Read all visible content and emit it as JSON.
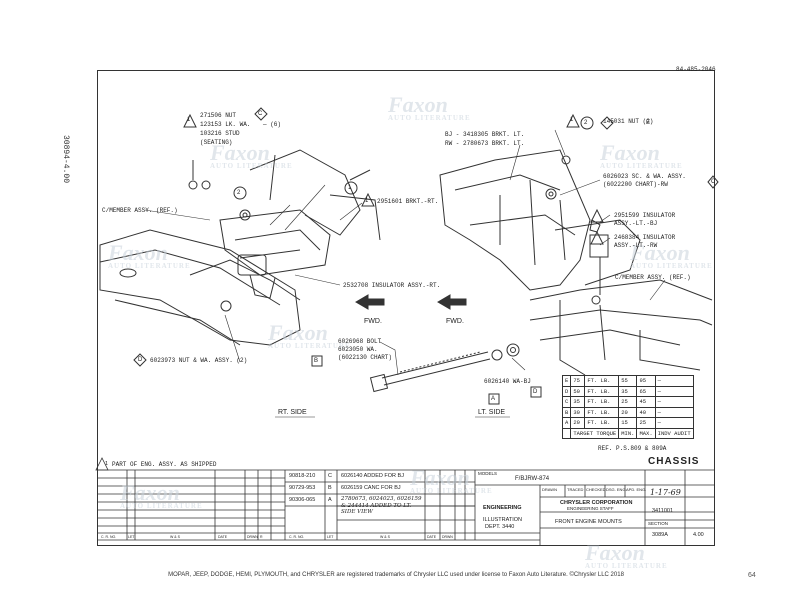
{
  "header": {
    "drawing_code": "84-485-2046",
    "side_code": "30894-4.00"
  },
  "watermark": {
    "brand": "Faxon",
    "tagline": "AUTO LITERATURE"
  },
  "callouts_right": [
    {
      "id": "r1",
      "flag": "1",
      "text": "271506 NUT"
    },
    {
      "id": "r2",
      "text": "123153 LK. WA."
    },
    {
      "id": "r2b",
      "text": "— (6)"
    },
    {
      "id": "r3",
      "text": "103216 STUD"
    },
    {
      "id": "r4",
      "text": "(SEATING)"
    },
    {
      "id": "r5",
      "text": "C/MEMBER ASSY. (REF.)"
    },
    {
      "id": "r6",
      "text": "2951601 BRKT.-RT."
    },
    {
      "id": "r7",
      "text": "2532708 INSULATOR ASSY.-RT."
    },
    {
      "id": "r8",
      "text": "6023973 NUT & WA. ASSY. (2)"
    },
    {
      "id": "r9",
      "text": "FWD."
    },
    {
      "id": "r10",
      "text": "RT. SIDE"
    }
  ],
  "callouts_center": [
    {
      "id": "c1",
      "text": "6026968 BOLT"
    },
    {
      "id": "c2",
      "text": "6023050 WA."
    },
    {
      "id": "c3",
      "text": "(6022130 CHART)"
    },
    {
      "id": "c4",
      "text": "FWD."
    },
    {
      "id": "c5",
      "text": "BJ - 3418305 BRKT. LT."
    },
    {
      "id": "c6",
      "text": "RW - 2780673 BRKT. LT."
    }
  ],
  "callouts_left": [
    {
      "id": "l1",
      "text": "145031 NUT (2)"
    },
    {
      "id": "l2",
      "text": "6026023 SC. & WA. ASSY."
    },
    {
      "id": "l3",
      "text": "(6022200 CHART)-RW"
    },
    {
      "id": "l4",
      "text": "2951599 INSULATOR"
    },
    {
      "id": "l5",
      "text": "ASSY.-LT.-BJ"
    },
    {
      "id": "l6",
      "text": "2468384 INSULATOR"
    },
    {
      "id": "l7",
      "text": "ASSY.-LT.-RW"
    },
    {
      "id": "l8",
      "text": "C/MEMBER ASSY. (REF.)"
    },
    {
      "id": "l9",
      "text": "6026140 WA-BJ"
    },
    {
      "id": "l10",
      "text": "LT. SIDE"
    }
  ],
  "balloons": [
    "1",
    "2",
    "A",
    "B",
    "C",
    "D",
    "E"
  ],
  "torque_table": {
    "rows": [
      {
        "key": "E",
        "value": "75",
        "unit": "FT. LB.",
        "min": "55",
        "max": "95",
        "audit": "—"
      },
      {
        "key": "D",
        "value": "50",
        "unit": "FT. LB.",
        "min": "35",
        "max": "65",
        "audit": "—"
      },
      {
        "key": "C",
        "value": "35",
        "unit": "FT. LB.",
        "min": "25",
        "max": "45",
        "audit": "—"
      },
      {
        "key": "B",
        "value": "30",
        "unit": "FT. LB.",
        "min": "20",
        "max": "40",
        "audit": "—"
      },
      {
        "key": "A",
        "value": "20",
        "unit": "FT. LB.",
        "min": "15",
        "max": "25",
        "audit": "—"
      }
    ],
    "header": {
      "label": "TARGET TORQUE",
      "min": "MIN.",
      "max": "MAX.",
      "audit": "INDV AUDIT"
    },
    "ref": "REF. P.S.809 & 809A"
  },
  "notes": {
    "part_of_eng": "PART OF ENG. ASSY. AS SHIPPED"
  },
  "revisions": [
    {
      "num": "90818-210",
      "ltr": "C",
      "text": "6026140 ADDED FOR BJ"
    },
    {
      "num": "90729-953",
      "ltr": "B",
      "text": "6026159 CANC FOR BJ"
    },
    {
      "num": "90306-065",
      "ltr": "A",
      "text": "2780673, 6024023, 6026159 & 244414 ADDED TO LT. SIDE VIEW"
    }
  ],
  "title_block": {
    "models_label": "MODELS",
    "models": "F/BJRW-874",
    "dept": "ENGINEERING",
    "illustration": "ILLUSTRATION",
    "dept_no": "DEPT. 3440",
    "company": "CHRYSLER CORPORATION",
    "staff": "ENGINEERING STAFF",
    "title": "FRONT ENGINE MOUNTS",
    "section_label": "SECTION",
    "section": "CHASSIS",
    "date": "1-17-69",
    "manual_no": "3411001",
    "sheet": "3089A",
    "page": "4.00",
    "columns": [
      "C. R. NO.",
      "LET",
      "W & S",
      "DATE",
      "DRWN",
      "R"
    ],
    "drawn_label": "DRAWN",
    "traced_label": "TRACED",
    "checked_label": "CHECKED",
    "dsg_label": "DSG. ENG.",
    "apd_label": "APD. ENG."
  },
  "footer": {
    "legal": "MOPAR, JEEP, DODGE, HEMI, PLYMOUTH, and CHRYSLER are registered trademarks of Chrysler LLC used under license to Faxon Auto Literature. ©Chrysler LLC 2018",
    "page": "64"
  }
}
